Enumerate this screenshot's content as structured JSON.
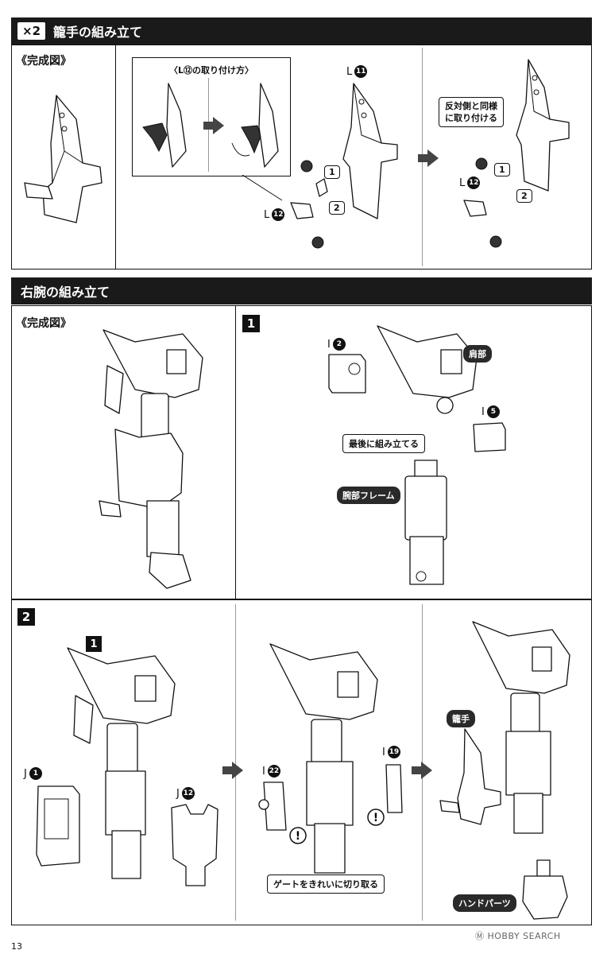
{
  "section1": {
    "badge": "×2",
    "title": "籠手の組み立て",
    "complete_label": "《完成図》",
    "inset_title": "〈L⑫の取り付け方〉",
    "part_l11": "L",
    "part_l11_num": "11",
    "part_l12_a": "L",
    "part_l12_a_num": "12",
    "part_l12_b": "L",
    "part_l12_b_num": "12",
    "step1": "1",
    "step2": "2",
    "step1b": "1",
    "step2b": "2",
    "note": "反対側と同様\nに取り付ける"
  },
  "section2": {
    "title": "右腕の組み立て",
    "complete_label": "《完成図》",
    "step_badge": "1",
    "part_i2": "I",
    "part_i2_num": "2",
    "part_i5": "I",
    "part_i5_num": "5",
    "shoulder": "肩部",
    "last_assemble": "最後に組み立てる",
    "arm_frame": "腕部フレーム"
  },
  "section3": {
    "step_badge": "2",
    "sub_badge": "1",
    "part_j1": "J",
    "part_j1_num": "1",
    "part_j12": "J",
    "part_j12_num": "12",
    "part_i22": "I",
    "part_i22_num": "22",
    "part_i19": "I",
    "part_i19_num": "19",
    "gate_note": "ゲートをきれいに切り取る",
    "kote": "籠手",
    "hand_parts": "ハンドパーツ"
  },
  "footer": {
    "page_number": "13",
    "watermark": "Ⓜ HOBBY SEARCH"
  }
}
